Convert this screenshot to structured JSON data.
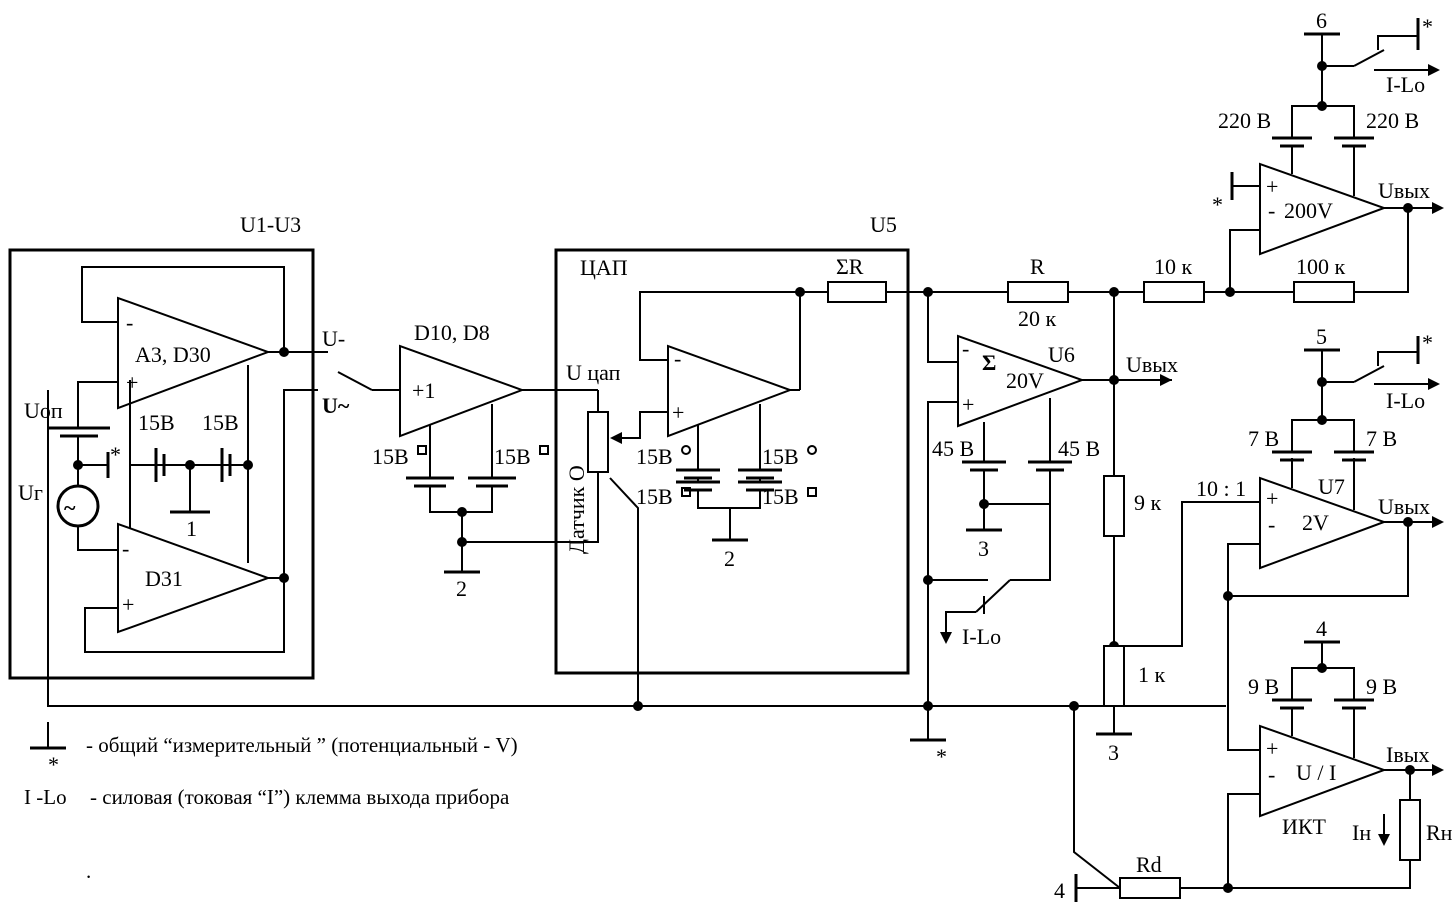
{
  "blocks": {
    "u1u3": "U1-U3",
    "u5": "U5",
    "dac": "ЦАП",
    "sensor": "Датчик О"
  },
  "amps": {
    "a3": "A3, D30",
    "d31": "D31",
    "buffer_title": "D10, D8",
    "buffer_gain": "+1",
    "sum_sign": "Σ",
    "u6_gain": "20V",
    "u6_name": "U6",
    "hv_gain": "200V",
    "u7_gain": "2V",
    "u7_name": "U7",
    "ui_gain": "U / I",
    "ikt": "ИКТ"
  },
  "signals": {
    "u_dc": "U-",
    "u_ac": "U~",
    "u_dac": "U цап",
    "uop": "Uоп",
    "ug": "Uг",
    "uout1": "Uвых",
    "uout2": "Uвых",
    "uout3": "Uвых",
    "iout": "Iвых",
    "ilo1": "I-Lo",
    "ilo2": "I-Lo",
    "ilo3": "I-Lo",
    "in": "Iн"
  },
  "resistors": {
    "sum_r": "ΣR",
    "r": "R",
    "r20k": "20 к",
    "r10k": "10 к",
    "r100k": "100 к",
    "r9k": "9 к",
    "r1k": "1 к",
    "rd": "Rd",
    "rn": "Rн",
    "ratio": "10 : 1"
  },
  "supplies": {
    "s15a": "15B",
    "s15b": "15B",
    "s15c": "15B",
    "s15d": "15B",
    "s15e": "15B",
    "s15f": "15B",
    "s15g": "15B",
    "s15h": "15B",
    "s45a": "45 В",
    "s45b": "45 В",
    "s220a": "220 В",
    "s220b": "220 В",
    "s7a": "7 В",
    "s7b": "7 В",
    "s9a": "9 В",
    "s9b": "9 В"
  },
  "nodes": {
    "n1": "1",
    "n2a": "2",
    "n2b": "2",
    "n3a": "3",
    "n3b": "3",
    "n4a": "4",
    "n4b": "4",
    "n5": "5",
    "n6": "6",
    "star": "*"
  },
  "pins": {
    "minus": "-",
    "plus": "+"
  },
  "legend": {
    "ground_text": "- общий   “измерительный ” (потенциальный - V)",
    "ilo_label": "I -Lo",
    "ilo_text": "- силовая (токовая “I”) клемма выхода прибора",
    "dot": "."
  }
}
